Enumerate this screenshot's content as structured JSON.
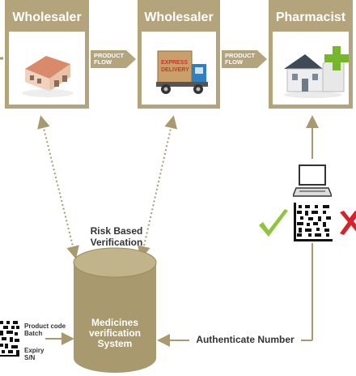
{
  "actors": {
    "wholesaler_1": "Wholesaler",
    "wholesaler_2": "Wholesaler",
    "pharmacist": "Pharmacist"
  },
  "flow_tags": {
    "tag_1": [
      "PRODUCT",
      "FLOW"
    ],
    "tag_2": [
      "PRODUCT",
      "FLOW"
    ]
  },
  "truck_text": [
    "EXPRESS",
    "DELIVERY"
  ],
  "risk_label": [
    "Risk Based",
    "Verification"
  ],
  "system_label": [
    "Medicines",
    "verification",
    "System"
  ],
  "authenticate_label": "Authenticate Number",
  "pack_info": {
    "line1": "Product code",
    "line2": "Batch",
    "line3": "Expiry",
    "line4": "S/N"
  },
  "colors": {
    "box_border": "#b4a47c",
    "cylinder": "#a8996e",
    "check": "#8fc43d",
    "cross": "#d4232a"
  }
}
